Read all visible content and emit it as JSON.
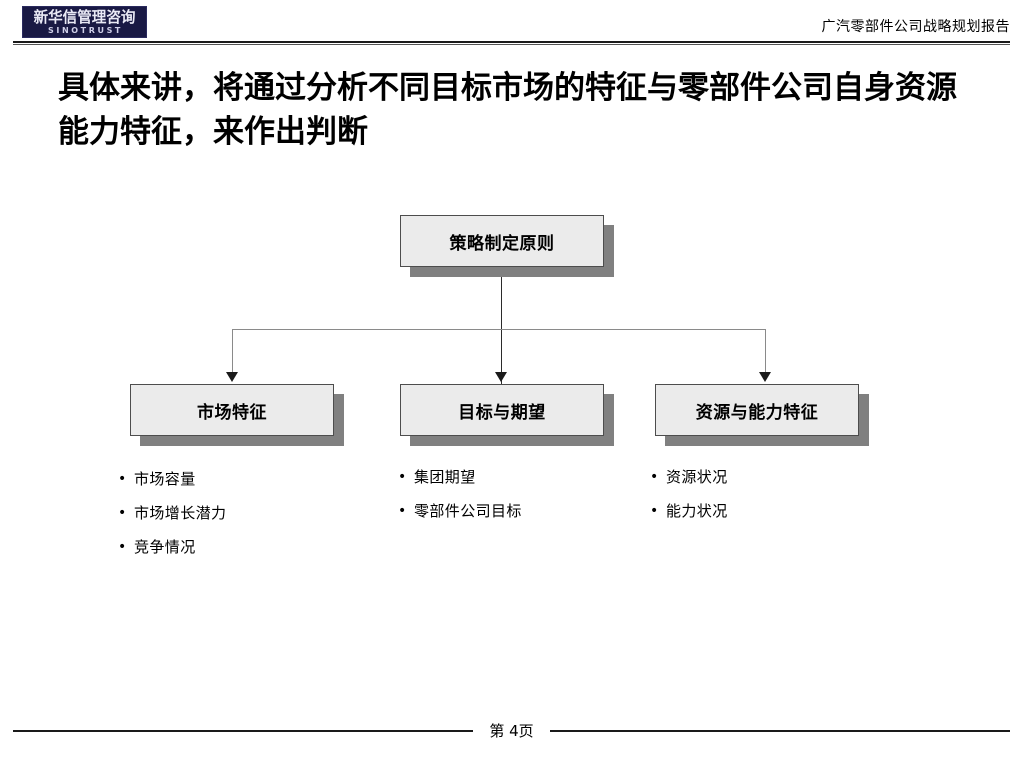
{
  "header": {
    "logo_cn": "新华信管理咨询",
    "logo_en": "SINOTRUST",
    "report_title": "广汽零部件公司战略规划报告"
  },
  "title": "具体来讲，将通过分析不同目标市场的特征与零部件公司自身资源能力特征，来作出判断",
  "diagram": {
    "root": {
      "label": "策略制定原则"
    },
    "branches": [
      {
        "label": "市场特征",
        "bullets": [
          "市场容量",
          "市场增长潜力",
          "竞争情况"
        ]
      },
      {
        "label": "目标与期望",
        "bullets": [
          "集团期望",
          "零部件公司目标"
        ]
      },
      {
        "label": "资源与能力特征",
        "bullets": [
          "资源状况",
          "能力状况"
        ]
      }
    ],
    "bullet_marker": "•"
  },
  "footer": {
    "page_label": "第 4页"
  },
  "colors": {
    "logo_background": "#191944",
    "box_fill": "#ebebeb",
    "box_border": "#4d4d4d",
    "box_shadow": "#808080",
    "connector": "#8a8a8a",
    "arrow": "#1a1a1a",
    "rule": "#1a1a1a",
    "text": "#000000"
  }
}
